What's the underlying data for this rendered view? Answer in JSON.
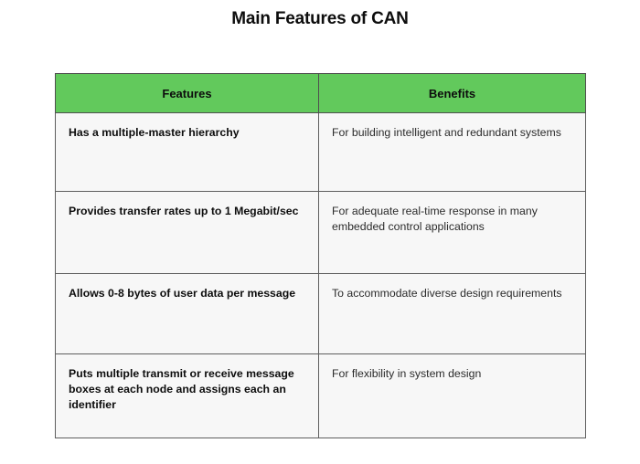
{
  "slide": {
    "title": "Main Features of CAN",
    "background_color": "#ffffff"
  },
  "table": {
    "header_background": "#62C95C",
    "cell_background": "#f7f7f7",
    "border_color": "#5e5e5e",
    "columns": [
      {
        "key": "features",
        "label": "Features"
      },
      {
        "key": "benefits",
        "label": "Benefits"
      }
    ],
    "rows": [
      {
        "feature": "Has a multiple-master hierarchy",
        "benefit": "For building intelligent and redundant systems"
      },
      {
        "feature": "Provides transfer rates up to 1 Megabit/sec",
        "benefit": "For adequate real-time response in many embedded control applications"
      },
      {
        "feature": "Allows 0-8 bytes of user data per message",
        "benefit": "To accommodate diverse design requirements"
      },
      {
        "feature": "Puts multiple transmit or receive message boxes at each node and assigns each an identifier",
        "benefit": "For flexibility in system design"
      }
    ]
  }
}
